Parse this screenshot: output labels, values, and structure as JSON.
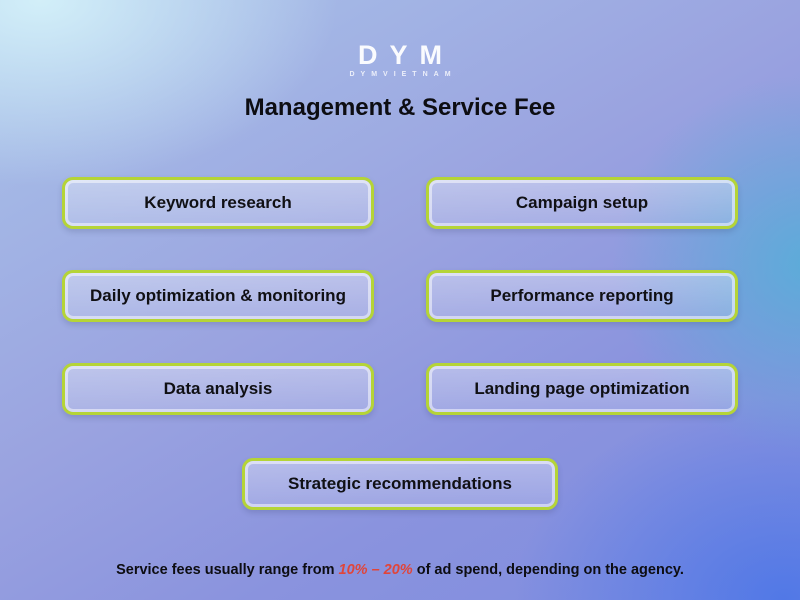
{
  "logo": {
    "text": "DYM",
    "subtext": "DYMVIETNAM"
  },
  "title": "Management & Service Fee",
  "cards": [
    {
      "label": "Keyword research"
    },
    {
      "label": "Campaign setup"
    },
    {
      "label": "Daily optimization & monitoring"
    },
    {
      "label": "Performance reporting"
    },
    {
      "label": "Data analysis"
    },
    {
      "label": "Landing page optimization"
    },
    {
      "label": "Strategic recommendations"
    }
  ],
  "note": {
    "prefix": "Service fees usually range from ",
    "highlight": "10% – 20%",
    "suffix": " of ad spend, depending on the agency."
  },
  "colors": {
    "card_border": "#b5d437",
    "note_highlight": "#e0453a",
    "bg_top_left": "#d3f0f9",
    "bg_periwinkle": "#8a93de",
    "bg_teal_right": "#54b0d8",
    "bg_blue_bottom_right": "#4c76e7"
  }
}
